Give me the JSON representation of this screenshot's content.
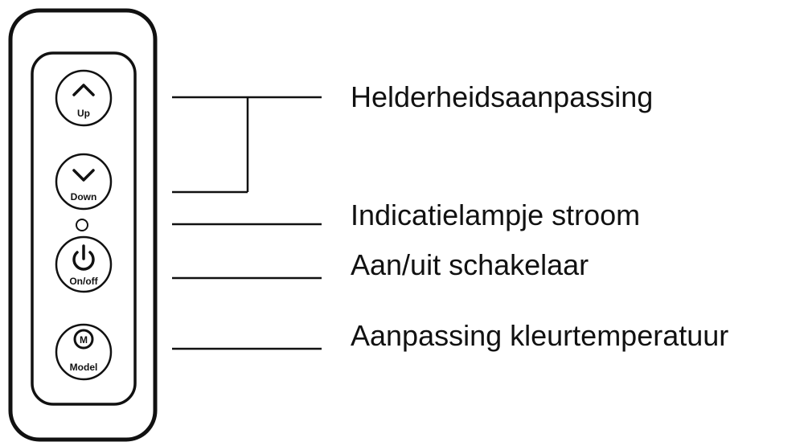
{
  "buttons": {
    "up": {
      "label": "Up",
      "icon": "chevron-up-icon"
    },
    "down": {
      "label": "Down",
      "icon": "chevron-down-icon"
    },
    "power": {
      "label": "On/off",
      "icon": "power-icon"
    },
    "mode": {
      "label": "Model",
      "icon": "m-circle-icon",
      "glyph": "M"
    }
  },
  "callouts": {
    "brightness": "Helderheidsaanpassing",
    "power_indicator": "Indicatielampje stroom",
    "power_switch": "Aan/uit schakelaar",
    "color_temperature": "Aanpassing kleurtemperatuur"
  }
}
